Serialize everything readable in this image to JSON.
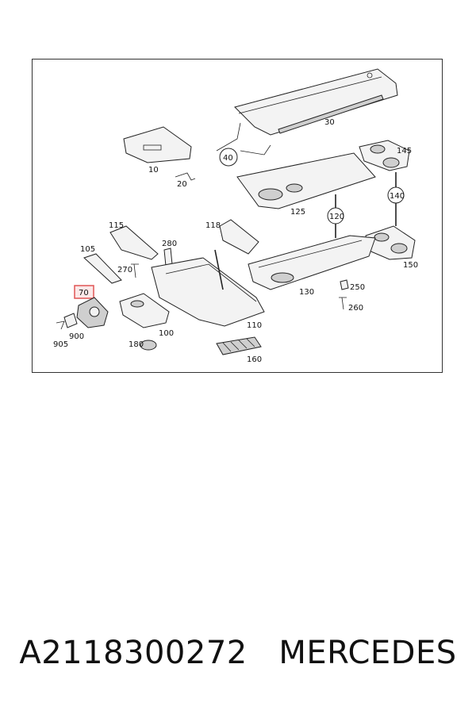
{
  "diagram": {
    "labels": {
      "p10": "10",
      "p20": "20",
      "p30": "30",
      "p40": "40",
      "p70": "70",
      "p100": "100",
      "p105": "105",
      "p110": "110",
      "p115": "115",
      "p118": "118",
      "p120": "120",
      "p125": "125",
      "p130": "130",
      "p140": "140",
      "p145": "145",
      "p150": "150",
      "p160": "160",
      "p180": "180",
      "p250": "250",
      "p260": "260",
      "p270": "270",
      "p280": "280",
      "p900": "900",
      "p905": "905"
    },
    "highlight_color": "#e05555"
  },
  "caption": {
    "part_number": "A2118300272",
    "brand": "MERCEDES"
  }
}
